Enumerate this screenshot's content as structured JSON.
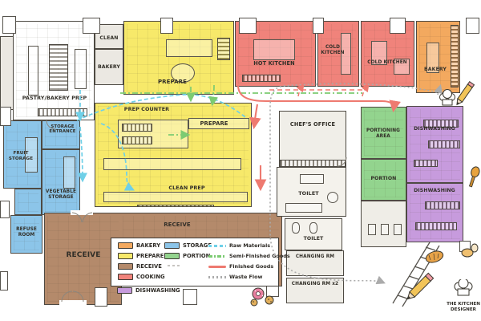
{
  "rooms": {
    "pastry": {
      "label": "PASTRY/BAKERY PREP"
    },
    "clean": {
      "label": "CLEAN"
    },
    "bakery_small": {
      "label": "BAKERY"
    },
    "prepare_top": {
      "label": "PREPARE"
    },
    "hot_kitchen": {
      "label": "HOT KITCHEN"
    },
    "cold_kitchen_1": {
      "label": "COLD KITCHEN"
    },
    "cold_kitchen_2": {
      "label": "COLD KITCHEN"
    },
    "bakery_right": {
      "label": "BAKERY"
    },
    "prep_counter": {
      "label": "PREP COUNTER"
    },
    "prepare_mid": {
      "label": "PREPARE"
    },
    "clean_prep": {
      "label": "CLEAN PREP"
    },
    "storage_entrance": {
      "label": "STORAGE ENTRANCE"
    },
    "fruit_storage": {
      "label": "FRUIT STORAGE"
    },
    "vegetable_storage": {
      "label": "VEGETABLE STORAGE"
    },
    "refuse_room": {
      "label": "REFUSE ROOM"
    },
    "receive_main": {
      "label": "RECEIVE"
    },
    "receive_dock": {
      "label": "RECEIVE"
    },
    "chefs_office": {
      "label": "CHEF'S OFFICE"
    },
    "toilet_upper": {
      "label": "TOILET"
    },
    "toilet_lower": {
      "label": "TOILET"
    },
    "changing_rm": {
      "label": "CHANGING RM"
    },
    "changing_rm_x2": {
      "label": "CHANGING RM x2"
    },
    "portioning_area": {
      "label": "PORTIONING AREA"
    },
    "portion": {
      "label": "PORTION"
    },
    "dishwashing_upper": {
      "label": "DISHWASHING"
    },
    "dishwashing_lower": {
      "label": "DISHWASHING"
    }
  },
  "colors": {
    "bakery": "#F3A95F",
    "prepare": "#F7E96A",
    "receive": "#B48A6B",
    "cooking": "#F0837B",
    "storage": "#8CC5E9",
    "portion": "#93D48E",
    "dishwashing": "#C79BDD",
    "service_room": "#EBE8E2",
    "raw_flow": "#6FD0E8",
    "semi_flow": "#7CCB72",
    "finished_flow": "#EE7A70",
    "waste_flow": "#ABABAB"
  },
  "legend": {
    "zones_col1": [
      {
        "label": "BAKERY"
      },
      {
        "label": "PREPARE"
      },
      {
        "label": "RECEIVE"
      },
      {
        "label": "COOKING"
      },
      {
        "label": "DISHWASHING"
      }
    ],
    "zones_col2": [
      {
        "label": "STORAGE"
      },
      {
        "label": "PORTION"
      }
    ],
    "flows": [
      {
        "label": "Raw Materials"
      },
      {
        "label": "Semi-Finished Goods"
      },
      {
        "label": "Finished Goods"
      },
      {
        "label": "Waste Flow"
      }
    ]
  },
  "brand": {
    "line1": "THE KITCHEN",
    "line2": "DESIGNER"
  }
}
